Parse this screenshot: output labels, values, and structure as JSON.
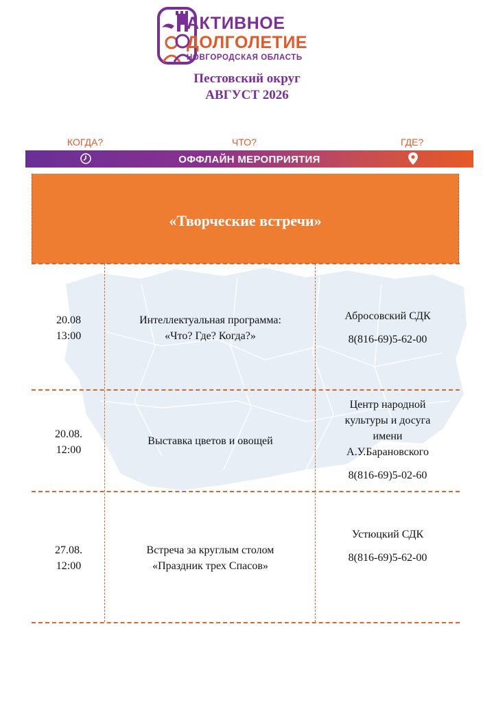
{
  "logo": {
    "line1": "АКТИВНОЕ",
    "line2": "ДОЛГОЛЕТИЕ",
    "line3": "НОВГОРОДСКАЯ ОБЛАСТЬ"
  },
  "header": {
    "district": "Пестовский округ",
    "month": "АВГУСТ 2026"
  },
  "columns": {
    "when": "КОГДА?",
    "what": "ЧТО?",
    "where": "ГДЕ?"
  },
  "bar": {
    "title": "ОФФЛАЙН МЕРОПРИЯТИЯ",
    "left_icon": "clock-icon",
    "right_icon": "location-pin-icon"
  },
  "colors": {
    "purple": "#7a2f98",
    "orange": "#e35a2a",
    "section_orange": "#ee7d31",
    "map": "#e8eef6"
  },
  "section": {
    "title": "«Творческие встречи»"
  },
  "events": [
    {
      "date": "20.08",
      "time": "13:00",
      "title_line1": "Интеллектуальная  программа:",
      "title_line2": "«Что? Где? Когда?»",
      "place_lines": [
        "Абросовский СДК"
      ],
      "phone": "8(816-69)5-62-00"
    },
    {
      "date": "20.08.",
      "time": "12:00",
      "title_line1": "Выставка цветов и овощей",
      "title_line2": "",
      "place_lines": [
        "Центр  народной",
        "культуры  и  досуга",
        "имени",
        "А.У.Барановского"
      ],
      "phone": "8(816-69)5-02-60"
    },
    {
      "date": "27.08.",
      "time": "12:00",
      "title_line1": "Встреча за круглым столом",
      "title_line2": "«Праздник трех Спасов»",
      "place_lines": [
        "Устюцкий СДК"
      ],
      "phone": "8(816-69)5-62-00"
    }
  ]
}
